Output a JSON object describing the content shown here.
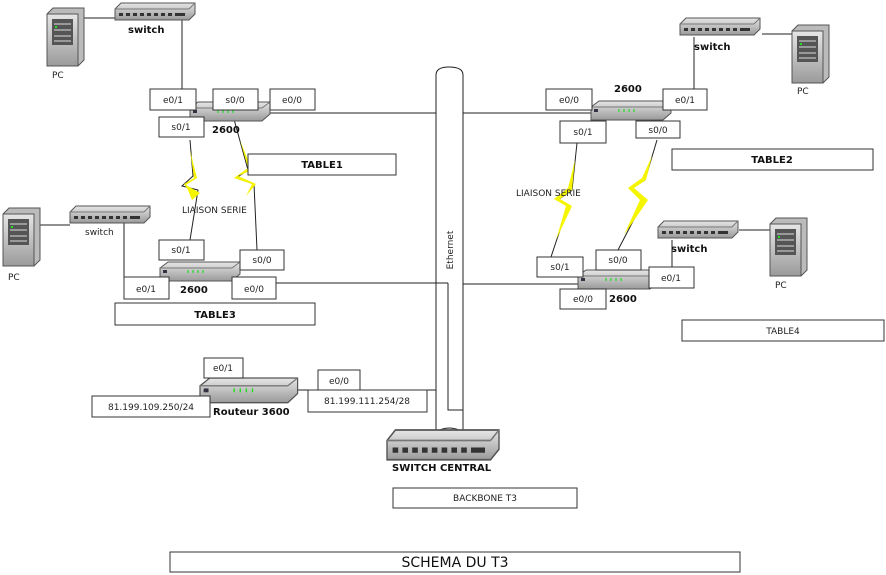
{
  "title": "SCHEMA DU T3",
  "backbone": {
    "label": "BACKBONE T3",
    "switch_label": "SWITCH CENTRAL",
    "bus_label": "Ethernet"
  },
  "serial_label": "LIAISON SERIE",
  "tables": {
    "t1": {
      "name": "TABLE1",
      "router": "2600",
      "switch": "switch",
      "pc": "PC",
      "e01": "e0/1",
      "e00": "e0/0",
      "s00": "s0/0",
      "s01": "s0/1"
    },
    "t2": {
      "name": "TABLE2",
      "router": "2600",
      "switch": "switch",
      "pc": "PC",
      "e01": "e0/1",
      "e00": "e0/0",
      "s00": "s0/0",
      "s01": "s0/1"
    },
    "t3": {
      "name": "TABLE3",
      "router": "2600",
      "switch": "switch",
      "pc": "PC",
      "e01": "e0/1",
      "e00": "e0/0",
      "s00": "s0/0",
      "s01": "s0/1"
    },
    "t4": {
      "name": "TABLE4",
      "router": "2600",
      "switch": "switch",
      "pc": "PC",
      "e01": "e0/1",
      "e00": "e0/0",
      "s00": "s0/0",
      "s01": "s0/1"
    }
  },
  "edge_router": {
    "label": "Routeur 3600",
    "e01": "e0/1",
    "e00": "e0/0",
    "ip_wan": "81.199.109.250/24",
    "ip_lan": "81.199.111.254/28"
  },
  "colors": {
    "serial_link": "#f5f500",
    "led": "#22dd22",
    "device": "#c8c8c8"
  }
}
